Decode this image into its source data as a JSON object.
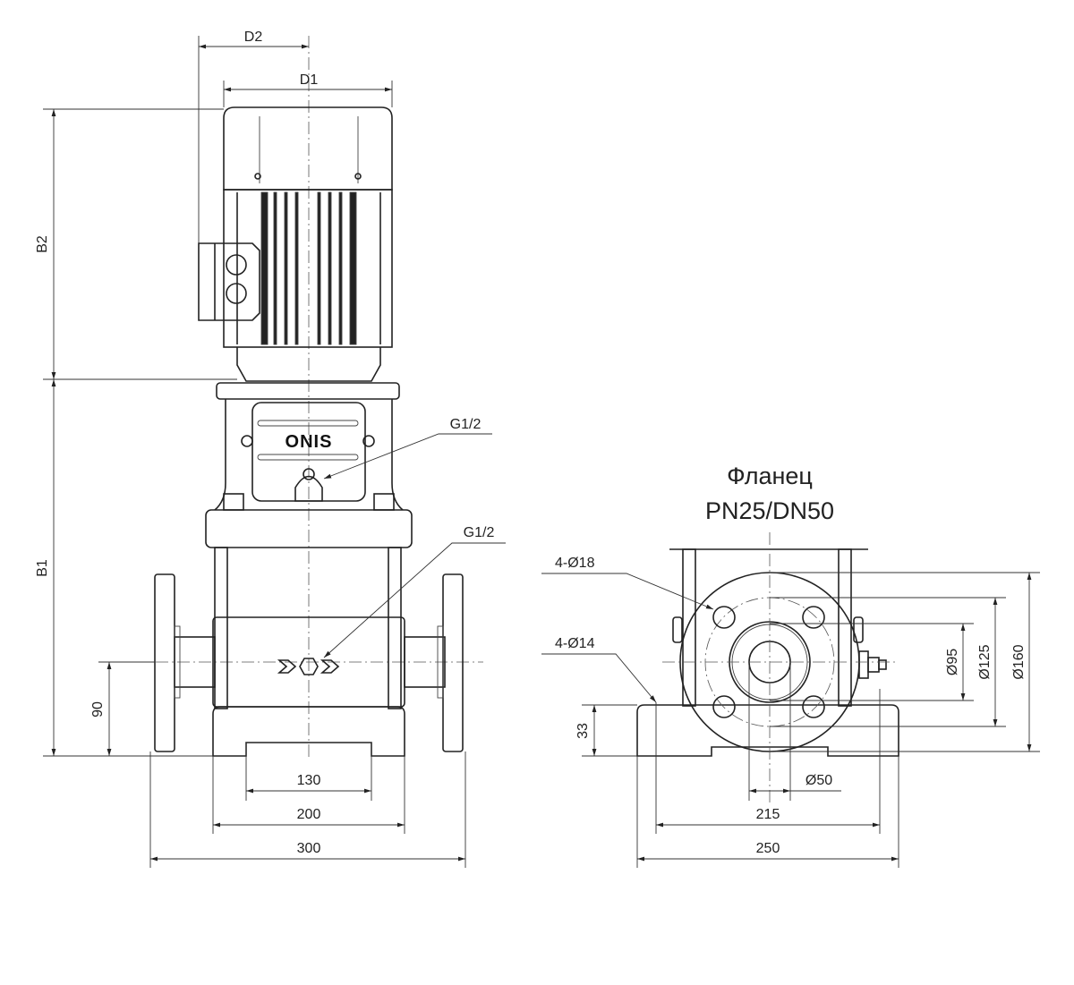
{
  "front_view": {
    "logo": "ONIS",
    "dims": {
      "d2": "D2",
      "d1": "D1",
      "b2": "B2",
      "b1": "B1",
      "h90": "90",
      "w130": "130",
      "w200": "200",
      "w300": "300"
    },
    "callouts": {
      "g_top": "G1/2",
      "g_bottom": "G1/2"
    }
  },
  "side_view": {
    "title_line1": "Фланец",
    "title_line2": "PN25/DN50",
    "dims": {
      "holes18": "4-Ø18",
      "holes14": "4-Ø14",
      "d95": "Ø95",
      "d125": "Ø125",
      "d160": "Ø160",
      "h33": "33",
      "d50": "Ø50",
      "w215": "215",
      "w250": "250"
    }
  }
}
